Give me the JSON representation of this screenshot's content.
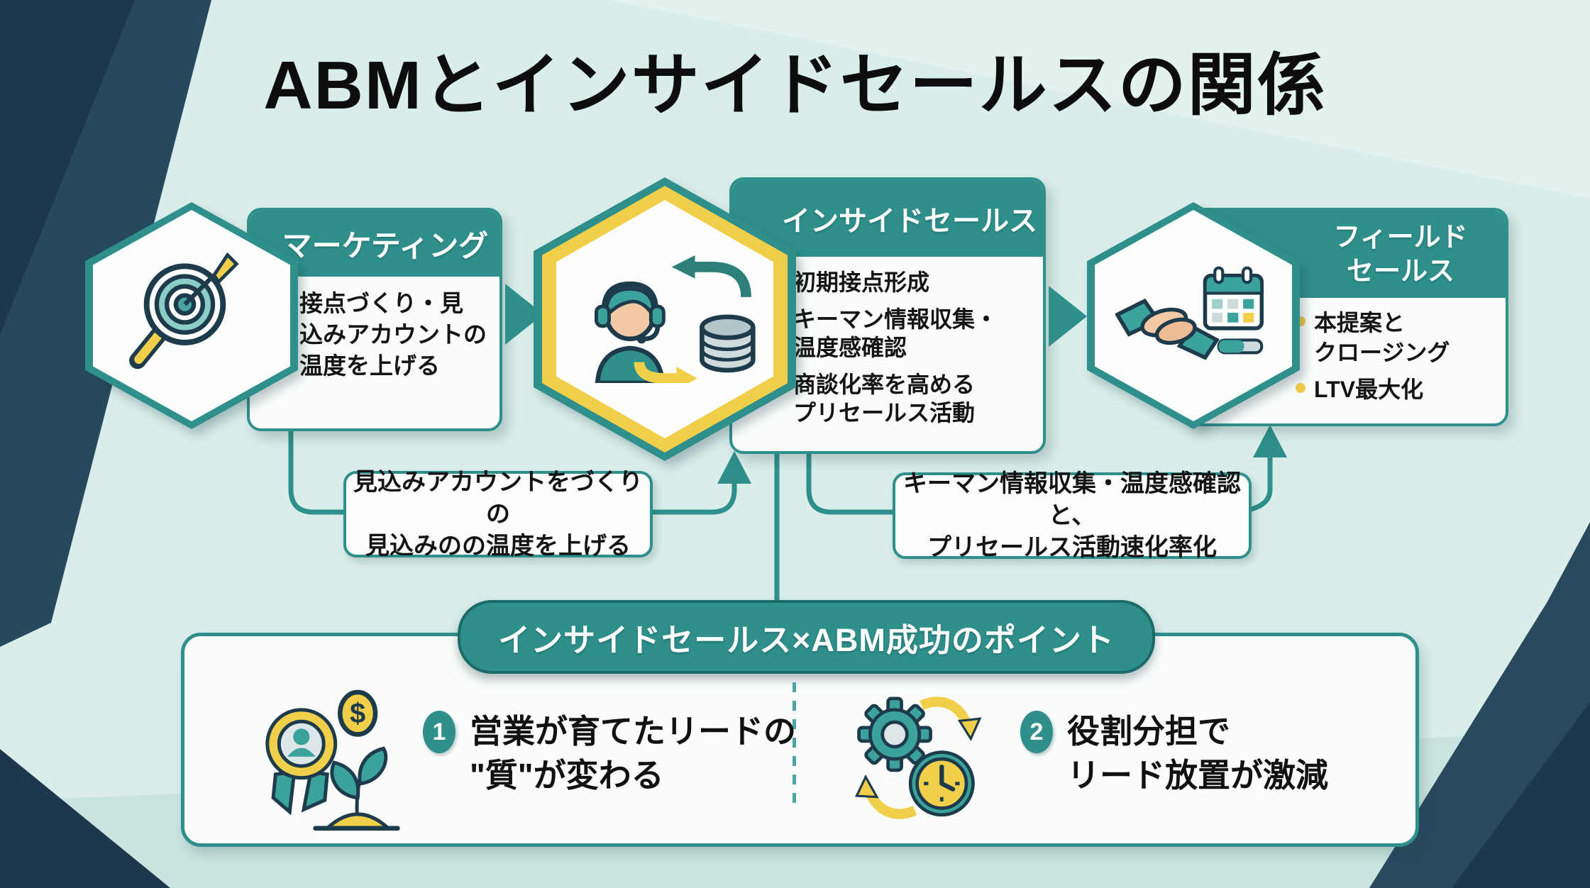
{
  "title": "ABMとインサイドセールスの関係",
  "colors": {
    "teal": "#2e8f8b",
    "teal_dark": "#1d6b68",
    "yellow": "#f2cf4a",
    "navy": "#27495e",
    "navy_dark": "#1d374d",
    "mint_background": "#d9edeb",
    "card_background": "#fafdfc",
    "text": "#141414"
  },
  "flow": {
    "cards": [
      {
        "header": "マーケティング",
        "icon": "target-magnifier-icon",
        "bullets": [
          {
            "lines": [
              "接点づくり・見",
              "込みアカウントの",
              "温度を上げる"
            ]
          }
        ]
      },
      {
        "header": "インサイドセールス",
        "icon": "headset-agent-database-icon",
        "bullets": [
          {
            "lines": [
              "初期接点形成"
            ]
          },
          {
            "lines": [
              "キーマン情報収集・",
              "温度感確認"
            ]
          },
          {
            "lines": [
              "商談化率を高める",
              "プリセールス活動"
            ]
          }
        ]
      },
      {
        "header_lines": [
          "フィールド",
          "セールス"
        ],
        "icon": "handshake-calendar-icon",
        "bullets": [
          {
            "lines": [
              "本提案と",
              "クロージング"
            ]
          },
          {
            "lines": [
              "LTV最大化"
            ]
          }
        ]
      }
    ],
    "callouts": [
      {
        "lines": [
          "見込みアカウントをづくりの",
          "見込みのの温度を上げる"
        ]
      },
      {
        "lines": [
          "キーマン情報収集・温度感確認と、",
          "プリセールス活動速化率化"
        ]
      }
    ]
  },
  "points_section": {
    "banner": "インサイドセールス×ABM成功のポイント",
    "points": [
      {
        "number": "1",
        "icon": "award-plant-coin-icon",
        "lines": [
          "営業が育てたリードの",
          "\"質\"が変わる"
        ]
      },
      {
        "number": "2",
        "icon": "gears-clock-icon",
        "lines": [
          "役割分担で",
          "リード放置が激減"
        ]
      }
    ]
  }
}
